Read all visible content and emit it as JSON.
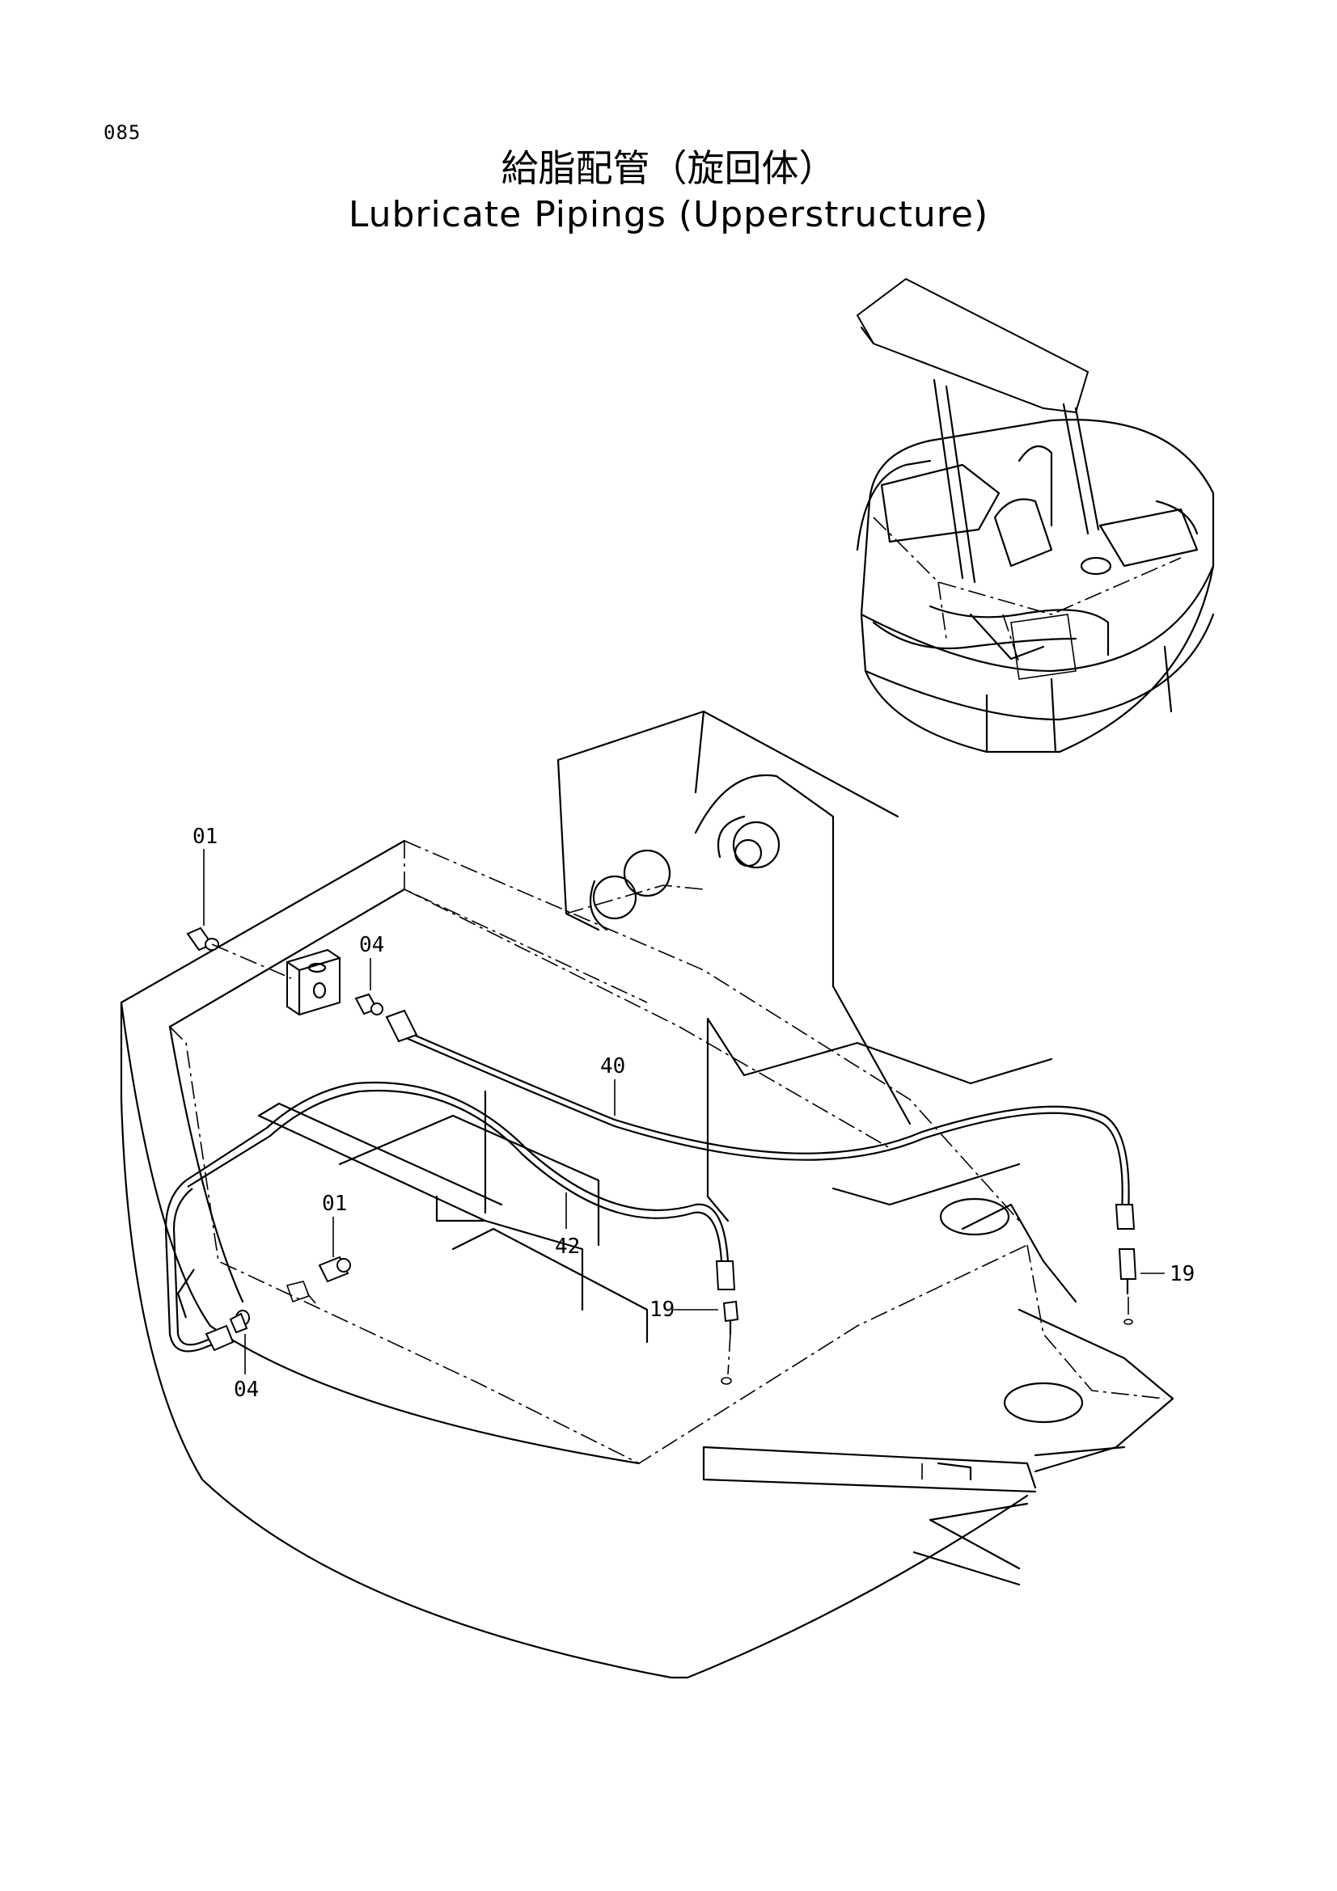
{
  "page_number": "085",
  "title_jp": "給脂配管（旋回体）",
  "title_en": "Lubricate Pipings (Upperstructure)",
  "callouts": {
    "c01a": "01",
    "c04a": "04",
    "c40": "40",
    "c01b": "01",
    "c42": "42",
    "c19a": "19",
    "c19b": "19",
    "c04b": "04"
  }
}
